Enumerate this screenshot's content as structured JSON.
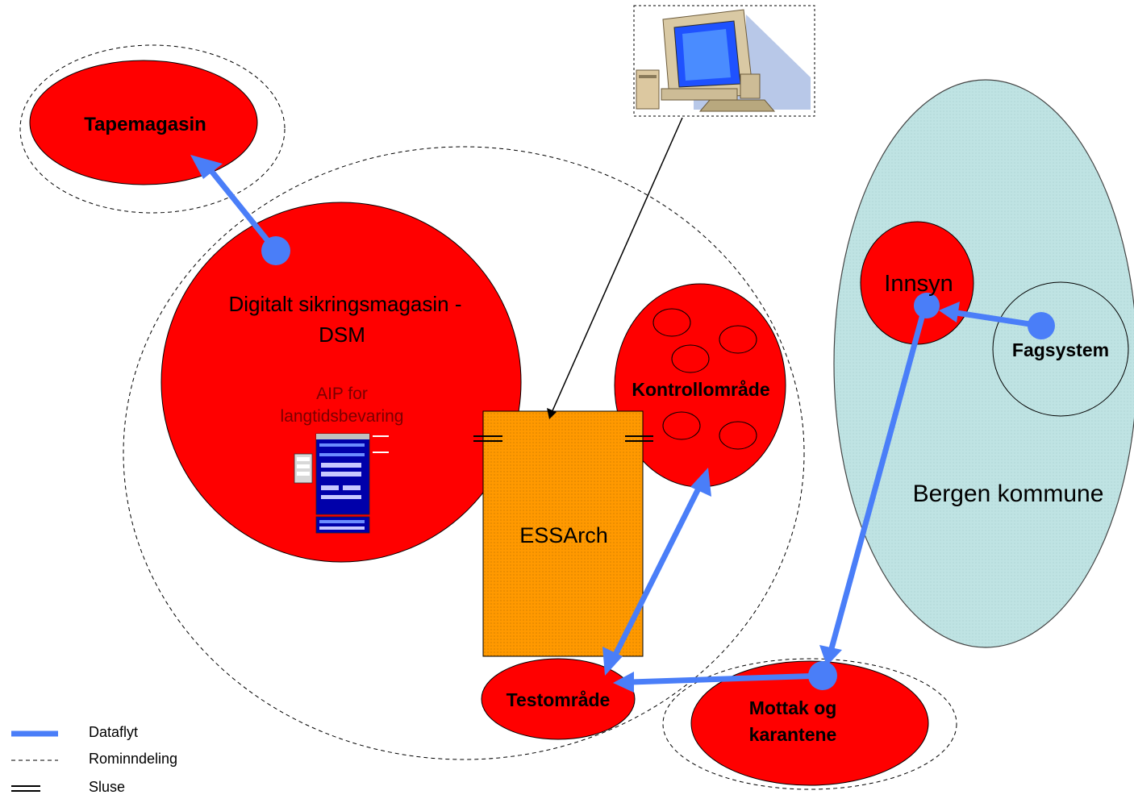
{
  "nodes": {
    "tapemagasin": "Tapemagasin",
    "dsm_line1": "Digitalt sikringsmagasin -",
    "dsm_line2": "DSM",
    "aip_line1": "AIP for",
    "aip_line2": "langtidsbevaring",
    "kontrollomrade": "Kontrollområde",
    "essarch": "ESSArch",
    "testomrade": "Testområde",
    "mottak_line1": "Mottak og",
    "mottak_line2": "karantene",
    "innsyn": "Innsyn",
    "fagsystem": "Fagsystem",
    "bergen": "Bergen kommune"
  },
  "legend": [
    {
      "label": "Dataflyt",
      "icon": "dataflow-line-icon"
    },
    {
      "label": "Rominndeling",
      "icon": "dashed-line-icon"
    },
    {
      "label": "Sluse",
      "icon": "double-line-icon"
    }
  ],
  "colors": {
    "zone_red": "#ff0000",
    "essarch_orange": "#ff9900",
    "bergen_teal": "#bfe3e3",
    "flow_blue": "#4a7ef8"
  }
}
